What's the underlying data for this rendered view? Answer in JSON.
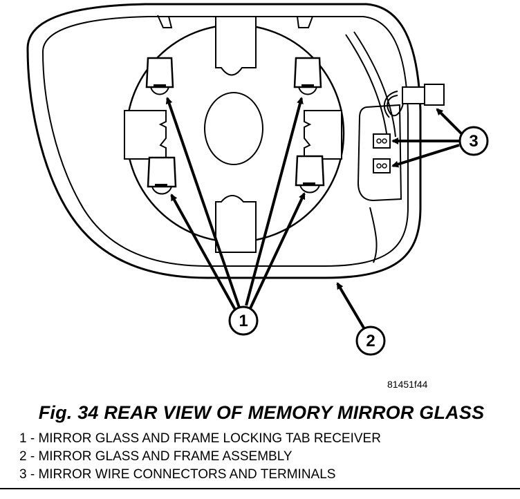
{
  "figure": {
    "ref_id": "81451f44",
    "caption": "Fig. 34 REAR VIEW OF MEMORY MIRROR GLASS",
    "callouts": [
      "1",
      "2",
      "3"
    ],
    "legend": [
      "1 - MIRROR GLASS AND FRAME LOCKING TAB RECEIVER",
      "2 - MIRROR GLASS AND FRAME ASSEMBLY",
      "3 - MIRROR WIRE CONNECTORS AND TERMINALS"
    ]
  }
}
